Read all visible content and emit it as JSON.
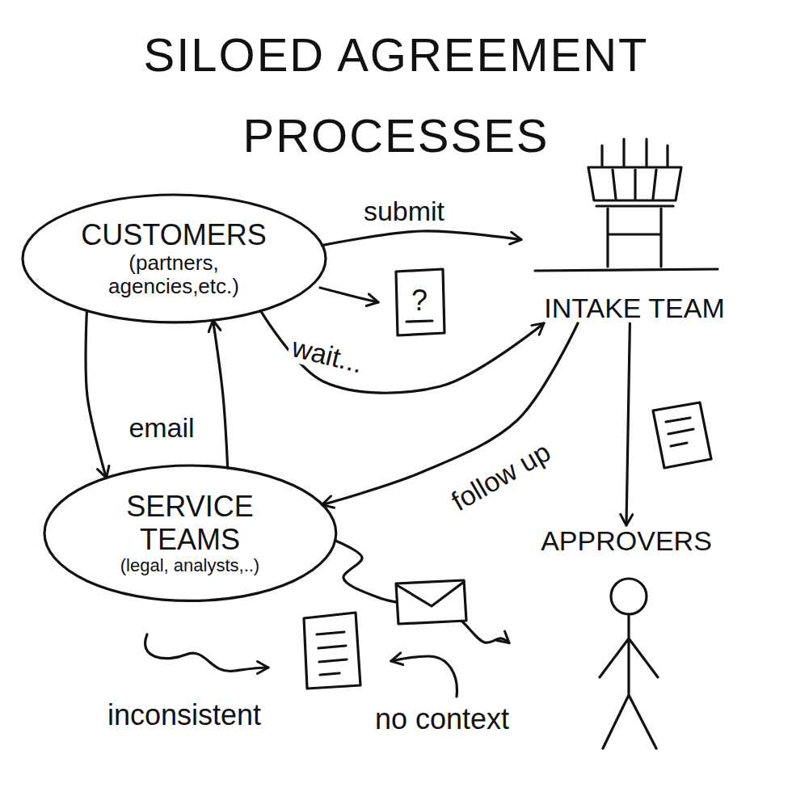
{
  "diagram": {
    "title": "SILOED AGREEMENT PROCESSES",
    "nodes": [
      {
        "text": [
          "CUSTOMERS",
          "(partners, agencies,etc.)"
        ]
      },
      {
        "text": [
          "INTAKE TEAM"
        ]
      },
      {
        "text": [
          "SERVICE TEAMS",
          "(legal, analysts,..)"
        ]
      },
      {
        "text": [
          "APPROVERS"
        ]
      }
    ],
    "edges": [
      {
        "from": 0,
        "to": 1,
        "label": "submit",
        "arrow": "to"
      },
      {
        "from": 0,
        "to": 1,
        "label": "wait...",
        "arrow": "to"
      },
      {
        "from": 0,
        "to": 2,
        "arrow": "to"
      },
      {
        "from": 2,
        "to": 0,
        "label": "email",
        "arrow": "to"
      },
      {
        "from": 1,
        "to": 2,
        "label": "follow up",
        "arrow": "to"
      },
      {
        "from": 1,
        "to": 3,
        "arrow": "to"
      },
      {
        "from": 2,
        "to": 3,
        "arrow": "to"
      }
    ],
    "labels": [
      "?",
      "inconsistent",
      "no context"
    ]
  }
}
